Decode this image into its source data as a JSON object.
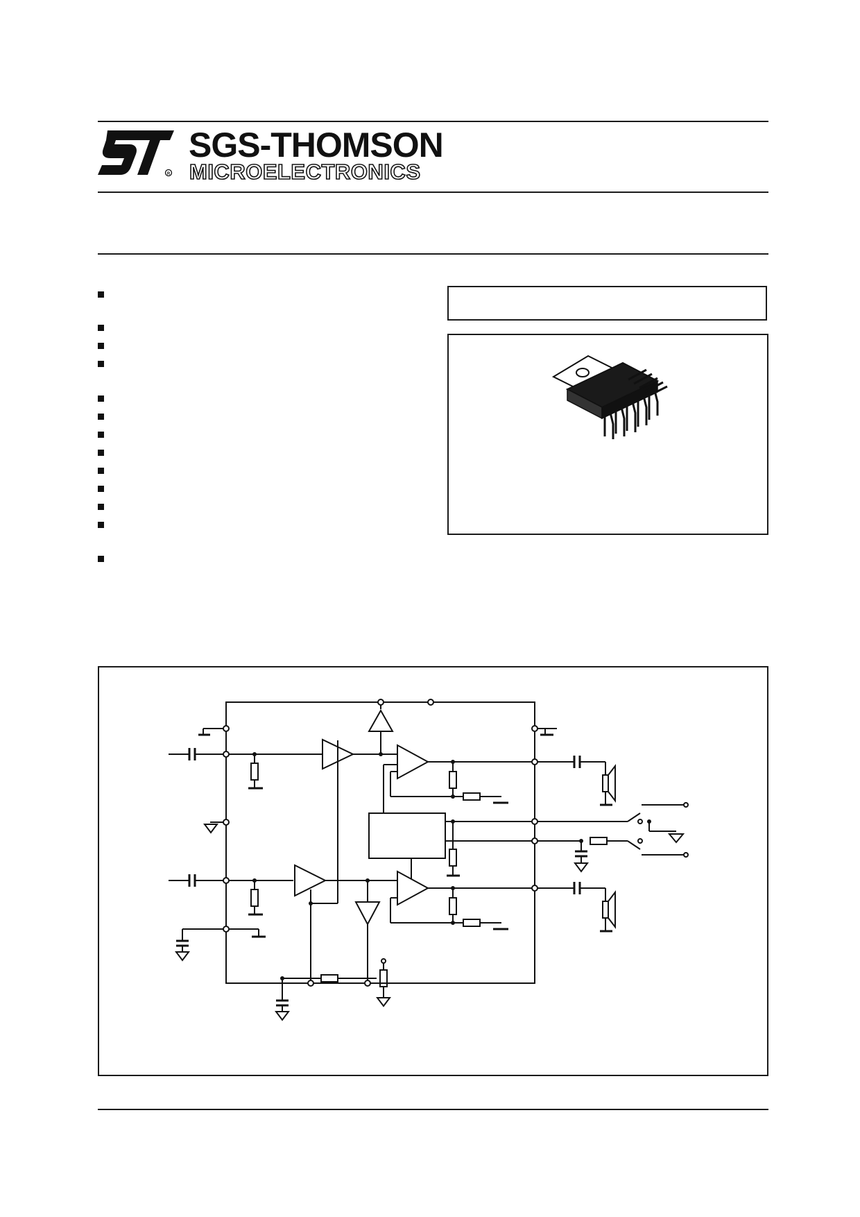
{
  "header": {
    "brand_line_1": "SGS-THOMSON",
    "brand_line_2": "MICROELECTRONICS",
    "logo_mark": "ST",
    "logo_registered": "®"
  },
  "features": {
    "bullet_count": 13
  },
  "package_panel": {
    "image": "multiwatt-package-chip"
  },
  "block_diagram": {
    "image": "stereo-amplifier-block-diagram"
  }
}
